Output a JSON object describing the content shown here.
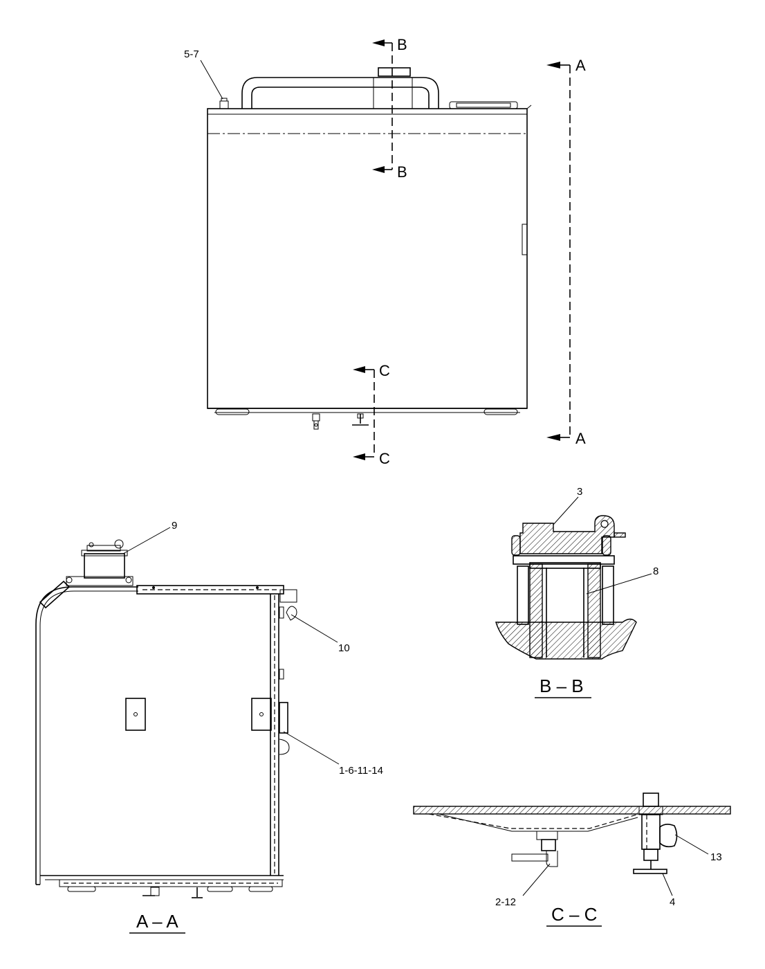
{
  "callouts": {
    "c57": "5-7",
    "c9": "9",
    "c10": "10",
    "c161114": "1-6-11-14",
    "c3": "3",
    "c8": "8",
    "c13": "13",
    "c212": "2-12",
    "c4": "4"
  },
  "section_markers": {
    "a": "A",
    "b": "B",
    "c": "C"
  },
  "section_titles": {
    "aa": "A – A",
    "bb": "B – B",
    "cc": "C – C"
  }
}
